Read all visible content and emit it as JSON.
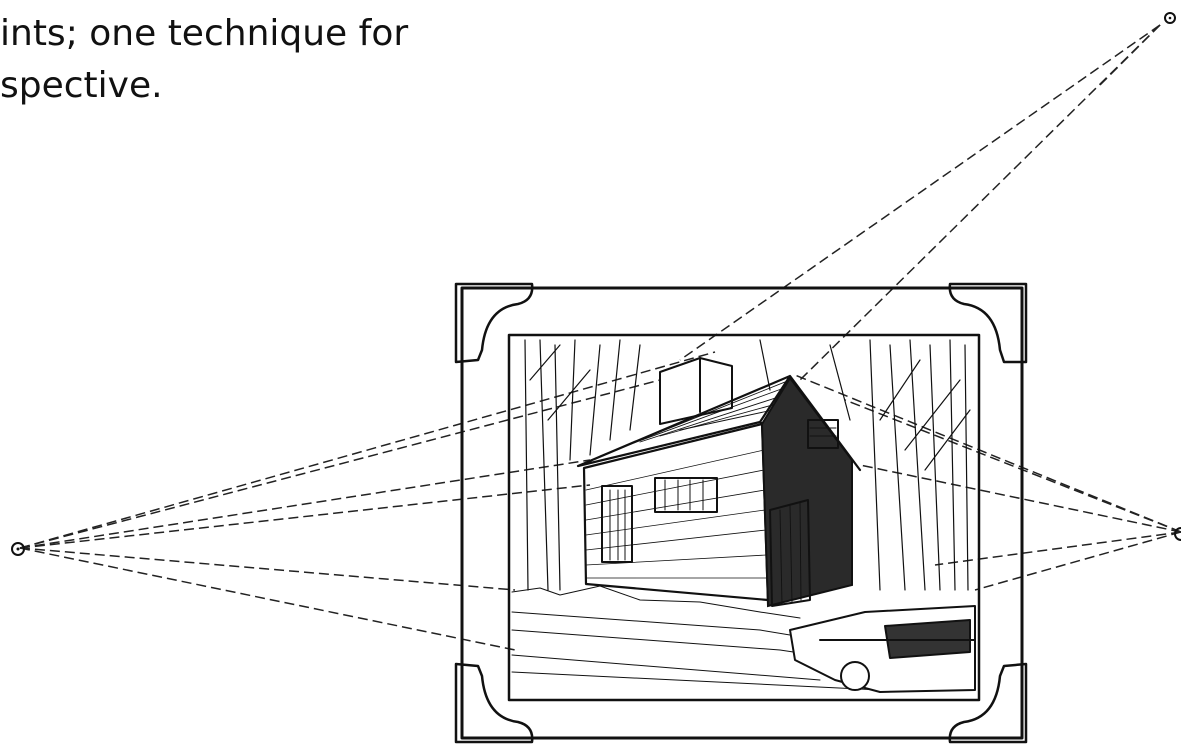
{
  "caption": {
    "line1": "ints; one technique for",
    "line2": "spective."
  },
  "illustration": {
    "subject": "house-in-frame-icon",
    "vanishing_points": [
      "vanishing-point-left",
      "vanishing-point-right",
      "vanishing-point-top-right"
    ],
    "ink_color": "#111111",
    "background_color": "#ffffff"
  }
}
